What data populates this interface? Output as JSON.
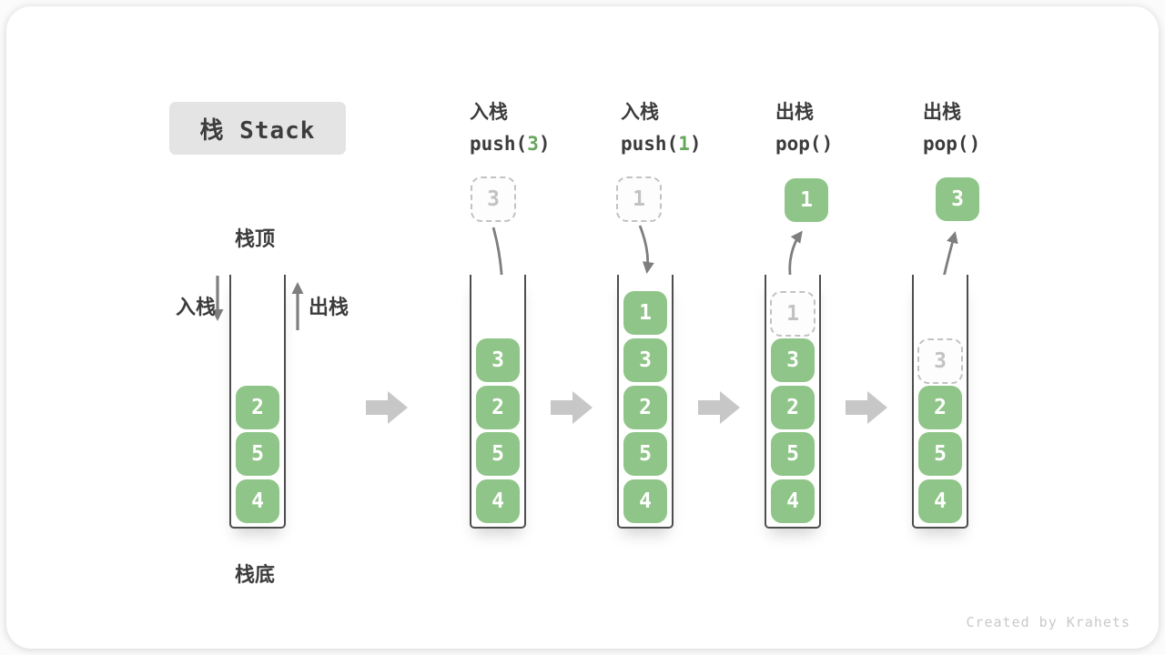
{
  "title": "栈 Stack",
  "labels": {
    "stack_top": "栈顶",
    "stack_bottom": "栈底",
    "push": "入栈",
    "pop": "出栈"
  },
  "watermark": "Created by Krahets",
  "colors": {
    "cell_green": "#8fc588",
    "code_arg_green": "#67a75c",
    "container_border": "#4e4e4e",
    "step_arrow_gray": "#c7c7c7",
    "flow_arrow_gray": "#7e7e7e",
    "ghost_gray": "#c2c2c2",
    "title_bg": "#e4e4e4",
    "text_dark": "#3c3c3c",
    "watermark_gray": "#c9c9c9"
  },
  "stacks": [
    {
      "name": "initial",
      "cells": [
        "2",
        "5",
        "4"
      ]
    },
    {
      "name": "after-push-3",
      "header": {
        "label": "入栈",
        "code_pre": "push(",
        "code_arg": "3",
        "code_post": ")"
      },
      "floating": {
        "style": "dashed",
        "value": "3"
      },
      "cells": [
        "3",
        "2",
        "5",
        "4"
      ]
    },
    {
      "name": "after-push-1",
      "header": {
        "label": "入栈",
        "code_pre": "push(",
        "code_arg": "1",
        "code_post": ")"
      },
      "floating": {
        "style": "dashed",
        "value": "1"
      },
      "cells": [
        "1",
        "3",
        "2",
        "5",
        "4"
      ]
    },
    {
      "name": "after-pop-1",
      "header": {
        "label": "出栈",
        "code_pre": "pop()",
        "code_arg": "",
        "code_post": ""
      },
      "floating": {
        "style": "solid",
        "value": "1"
      },
      "ghost": {
        "value": "1"
      },
      "cells": [
        "3",
        "2",
        "5",
        "4"
      ]
    },
    {
      "name": "after-pop-3",
      "header": {
        "label": "出栈",
        "code_pre": "pop()",
        "code_arg": "",
        "code_post": ""
      },
      "floating": {
        "style": "solid",
        "value": "3"
      },
      "ghost": {
        "value": "3"
      },
      "cells": [
        "2",
        "5",
        "4"
      ]
    }
  ]
}
